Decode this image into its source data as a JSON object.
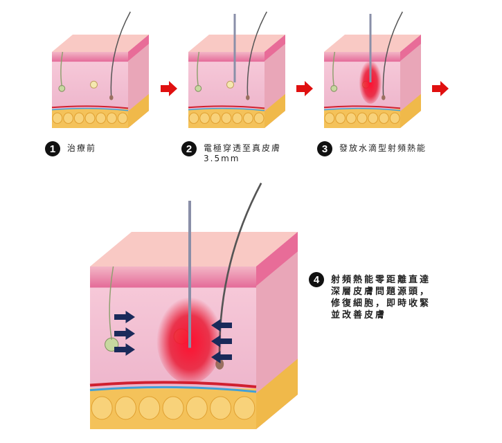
{
  "steps": [
    {
      "number": "1",
      "label": "治療前"
    },
    {
      "number": "2",
      "label": "電極穿透至真皮膚",
      "sublabel": "3.5mm"
    },
    {
      "number": "3",
      "label": "發放水滴型射頻熱能"
    },
    {
      "number": "4",
      "label": "射頻熱能零距離直達深層皮膚問題源頭，修復細胞，即時收緊並改善皮膚"
    }
  ],
  "colors": {
    "arrow": "#e01010",
    "heat": "#e8102a",
    "compress_arrow": "#1a2a5a"
  }
}
